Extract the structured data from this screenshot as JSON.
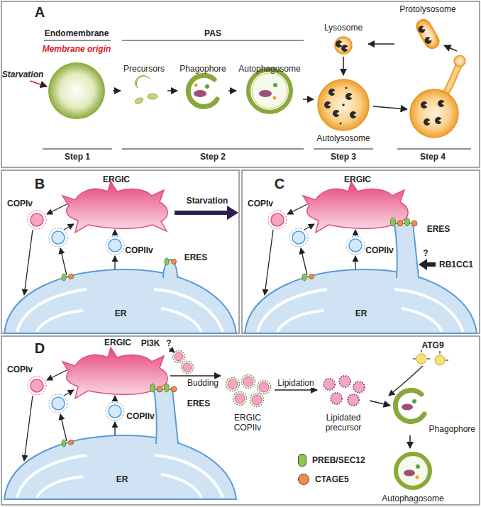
{
  "diagram": {
    "nodes": [
      {
        "text": [
          "Membrane origin"
        ]
      },
      {
        "text": [
          "Precursors"
        ]
      },
      {
        "text": [
          "Phagophore"
        ]
      },
      {
        "text": [
          "Autophagosome"
        ]
      },
      {
        "text": [
          "Autolysosome"
        ]
      },
      {
        "text": [
          "Lysosome"
        ]
      },
      {
        "text": [
          "Protolysosome"
        ]
      },
      {
        "text": [
          "ERGIC"
        ]
      },
      {
        "text": [
          "ERGIC COPIIv"
        ]
      },
      {
        "text": [
          "Lipidated precursor"
        ]
      },
      {
        "text": [
          "Phagophore"
        ]
      },
      {
        "text": [
          "Autophagosome"
        ]
      }
    ],
    "edges": [
      {
        "from": 0,
        "to": 1,
        "arrow": "to"
      },
      {
        "from": 1,
        "to": 2,
        "arrow": "to"
      },
      {
        "from": 2,
        "to": 3,
        "arrow": "to"
      },
      {
        "from": 3,
        "to": 4,
        "arrow": "to"
      },
      {
        "from": 5,
        "to": 4,
        "arrow": "to"
      },
      {
        "from": 6,
        "to": 5,
        "arrow": "to"
      },
      {
        "from": 7,
        "to": 8,
        "label": "Budding",
        "arrow": "to"
      },
      {
        "from": 8,
        "to": 9,
        "label": "Lipidation",
        "arrow": "to"
      },
      {
        "from": 9,
        "to": 10,
        "arrow": "to"
      },
      {
        "from": 10,
        "to": 11,
        "arrow": "to"
      }
    ],
    "labels": [
      "A",
      "Endomembrane",
      "Starvation",
      "PAS",
      "Step 1",
      "Step 2",
      "Step 3",
      "Step 4",
      "B",
      "ERGIC",
      "COPIv",
      "COPIIv",
      "ERES",
      "ER",
      "Starvation",
      "C",
      "ERGIC",
      "COPIv",
      "COPIIv",
      "ERES",
      "ER",
      "?",
      "RB1CC1",
      "D",
      "PI3K",
      "?",
      "COPIv",
      "COPIIv",
      "ERES",
      "ER",
      "ATG9"
    ],
    "legend": [
      {
        "text": "PREB/SEC12",
        "color": "#8cc752"
      },
      {
        "text": "CTAGE5",
        "color": "#f28c48"
      }
    ]
  }
}
